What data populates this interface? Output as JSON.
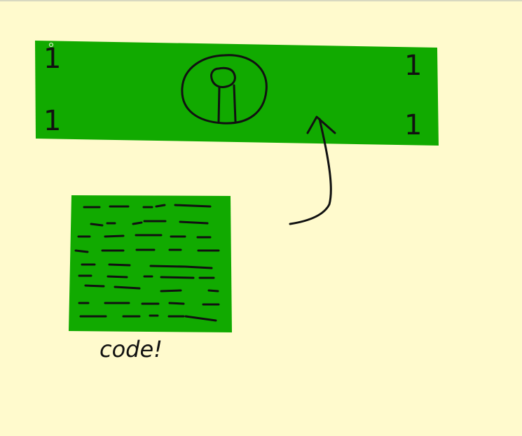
{
  "colors": {
    "background": "#fffacd",
    "green": "#11aa00",
    "ink": "#111111",
    "top_rule": "#d8d8c0"
  },
  "banknote": {
    "corner_top_left": "1",
    "corner_top_right": "1",
    "corner_bottom_left": "1",
    "corner_bottom_right": "1",
    "emblem_icon": "portrait-medallion-icon"
  },
  "arrow_icon": "curved-arrow-up-icon",
  "code_block": {
    "icon": "text-lines-icon",
    "caption": "code!"
  }
}
